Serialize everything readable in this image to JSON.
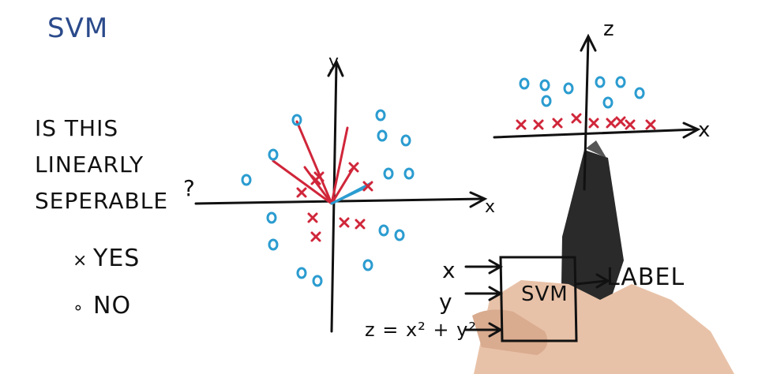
{
  "title": "SVM",
  "question": {
    "line1": "IS THIS",
    "line2": "LINEARLY",
    "line3": "SEPERABLE",
    "mark": "?"
  },
  "options": [
    {
      "mark": "×",
      "label": "YES"
    },
    {
      "mark": "∘",
      "label": "NO"
    }
  ],
  "plot1": {
    "x_label": "x",
    "y_label": "y"
  },
  "plot2": {
    "x_label": "x",
    "z_label": "z"
  },
  "diagram": {
    "input_x": "x",
    "input_y": "y",
    "input_z": "z = x² + y²",
    "box_label": "SVM",
    "output": "LABEL"
  },
  "colors": {
    "o_class": "#2b9cd0",
    "x_class": "#d0263a",
    "ink": "#111111",
    "title": "#2a4a8a",
    "skin": "#e8c2a8",
    "pen": "#2a2a2a"
  }
}
